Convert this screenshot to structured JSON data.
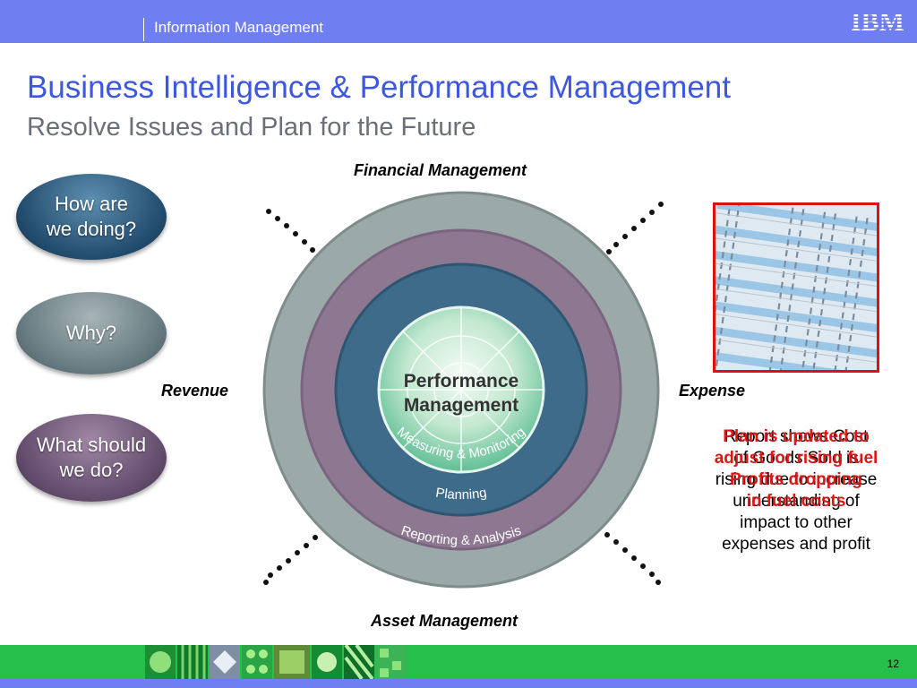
{
  "header": {
    "section": "Information Management",
    "logo": "IBM",
    "colors": {
      "bar": "#6f7ff2",
      "title": "#3d57e0",
      "subtitle": "#6a6f78"
    }
  },
  "title": "Business Intelligence & Performance Management",
  "subtitle": "Resolve Issues and Plan for the Future",
  "axes": {
    "top": "Financial Management",
    "left": "Revenue",
    "right": "Expense",
    "bottom": "Asset Management"
  },
  "questions": [
    {
      "line1": "How are",
      "line2": "we doing?"
    },
    {
      "line1": "Why?",
      "line2": ""
    },
    {
      "line1": "What should",
      "line2": "we do?"
    }
  ],
  "rings": {
    "center_line1": "Performance",
    "center_line2": "Management",
    "inner": "Measuring & Monitoring",
    "middle": "Planning",
    "outer": "Reporting & Analysis",
    "colors": {
      "outer": "#9ba9a8",
      "middle": "#8e7791",
      "inner": "#3e6b8a",
      "core": "#8ecfb0"
    }
  },
  "right_panel": {
    "overlay_red": [
      "Plan is updated to",
      "adjust for rising fuel",
      "Profits dropping",
      "in fuel costs"
    ],
    "overlay_black": [
      "Report shows Cost",
      "of Goods Sold is",
      "rising due to increase",
      "understanding of",
      "impact to other",
      "expenses and profit"
    ]
  },
  "footer": {
    "page_number": "12",
    "color": "#24c04a"
  }
}
